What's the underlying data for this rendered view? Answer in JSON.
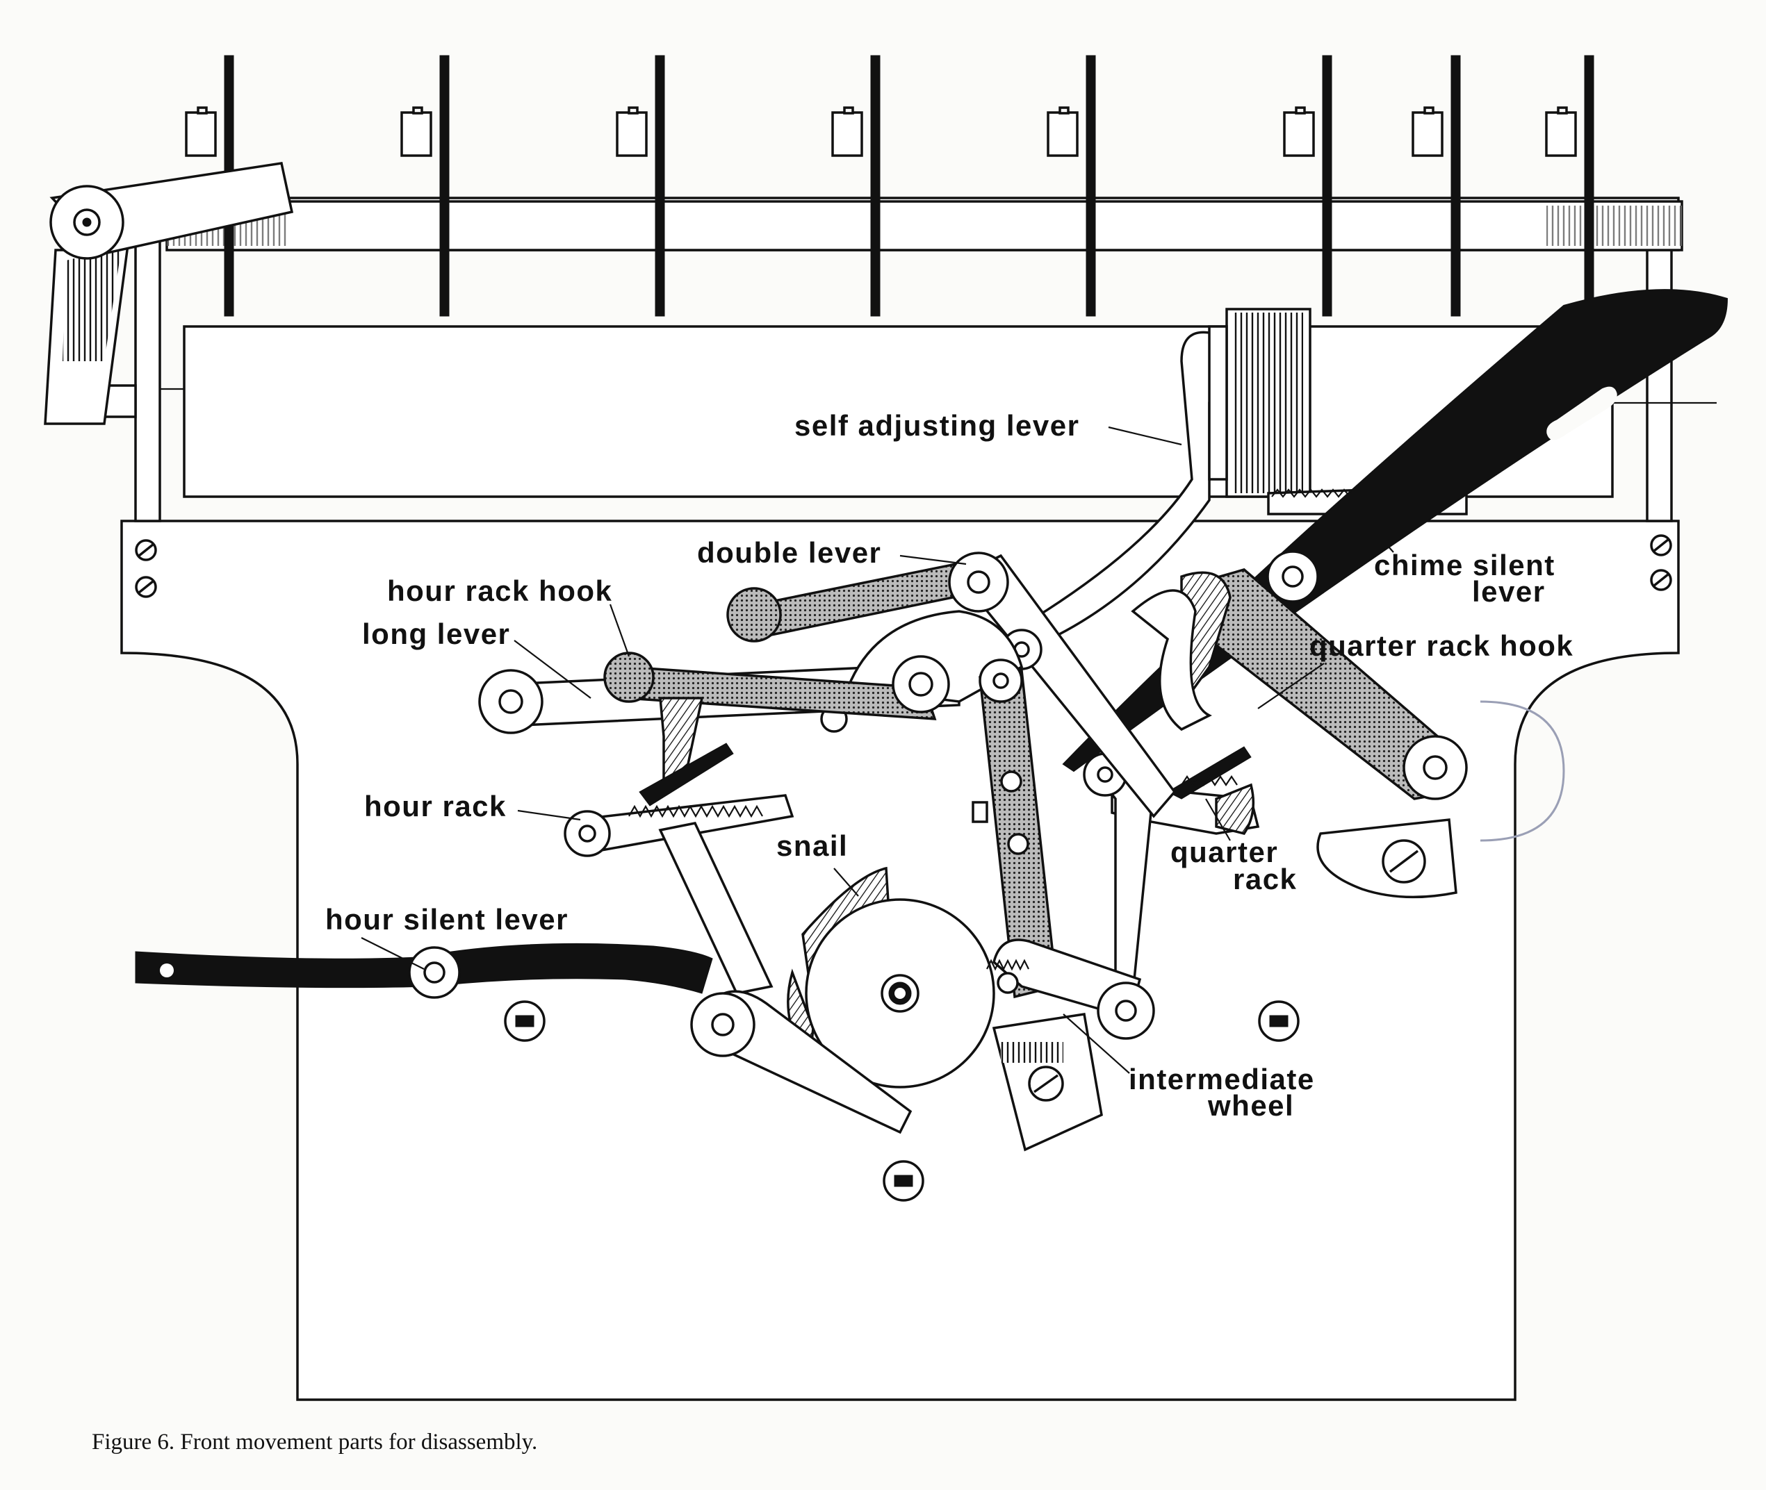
{
  "labels": {
    "self_adjusting_lever": "self adjusting lever",
    "double_lever": "double lever",
    "chime_silent_lever_1": "chime silent",
    "chime_silent_lever_2": "lever",
    "hour_rack_hook": "hour rack hook",
    "long_lever": "long lever",
    "quarter_rack_hook": "quarter rack hook",
    "hour_rack": "hour rack",
    "snail": "snail",
    "quarter_rack_1": "quarter",
    "quarter_rack_2": "rack",
    "hour_silent_lever": "hour silent lever",
    "intermediate_wheel_1": "intermediate",
    "intermediate_wheel_2": "wheel"
  },
  "caption": "Figure 6. Front movement parts for disassembly."
}
